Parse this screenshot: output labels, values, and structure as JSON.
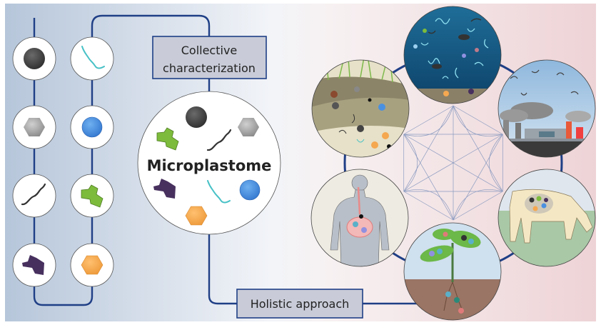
{
  "collective_box": {
    "line1": "Collective",
    "line2": "characterization"
  },
  "center_label": "Microplastome",
  "holistic_box": "Holistic approach",
  "particles": [
    "black-sphere",
    "gray-hexagon",
    "black-fiber",
    "purple-fragment",
    "cyan-fiber",
    "blue-sphere",
    "green-fragment",
    "orange-hexagon"
  ],
  "scenes": [
    "ocean",
    "soil",
    "industry",
    "human",
    "plant",
    "cow"
  ],
  "colors": {
    "connector": "#1f3f86",
    "box_fill": "#c9ccd8",
    "bg_left": "#b9c9dc",
    "bg_right": "#efd6d8"
  }
}
